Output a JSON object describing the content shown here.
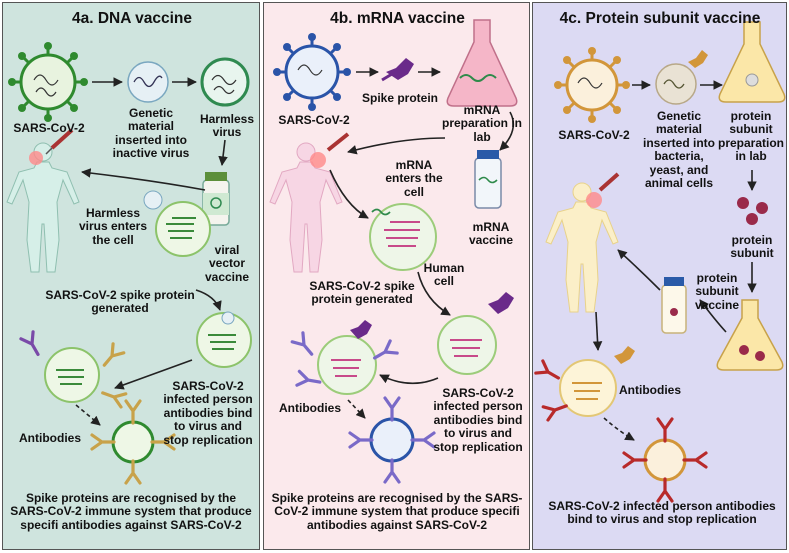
{
  "panel_a": {
    "title": "4a. DNA vaccine",
    "sars": "SARS-CoV-2",
    "genetic_material": "Genetic material inserted into inactive virus",
    "harmless_virus": "Harmless virus",
    "harmless_enters": "Harmless virus enters the cell",
    "viral_vector": "viral vector vaccine",
    "spike_generated": "SARS-CoV-2 spike protein generated",
    "infected_antibodies": "SARS-CoV-2 infected person antibodies bind to virus and stop replication",
    "antibodies": "Antibodies",
    "bottom": "Spike proteins are recognised by the SARS-CoV-2 immune system that produce specifi antibodies against SARS-CoV-2"
  },
  "panel_b": {
    "title": "4b. mRNA vaccine",
    "sars": "SARS-CoV-2",
    "spike_protein": "Spike protein",
    "mrna_prep": "mRNA preparation in lab",
    "mrna_enters": "mRNA enters the cell",
    "mrna_vaccine": "mRNA vaccine",
    "human_cell": "Human cell",
    "spike_generated": "SARS-CoV-2 spike protein generated",
    "antibodies": "Antibodies",
    "infected_antibodies": "SARS-CoV-2 infected person antibodies bind to virus and stop replication",
    "bottom": "Spike proteins are recognised by the SARS-CoV-2 immune system that produce specifi antibodies against SARS-CoV-2"
  },
  "panel_c": {
    "title": "4c. Protein subunit  vaccine",
    "sars": "SARS-CoV-2",
    "genetic_material": "Genetic material inserted into bacteria, yeast, and animal cells",
    "protein_prep": "protein subunit preparation in lab",
    "protein_subunit": "protein subunit",
    "protein_vaccine": "protein subunit vaccine",
    "antibodies": "Antibodies",
    "bottom": "SARS-CoV-2 infected person antibodies bind to virus and stop replication"
  }
}
